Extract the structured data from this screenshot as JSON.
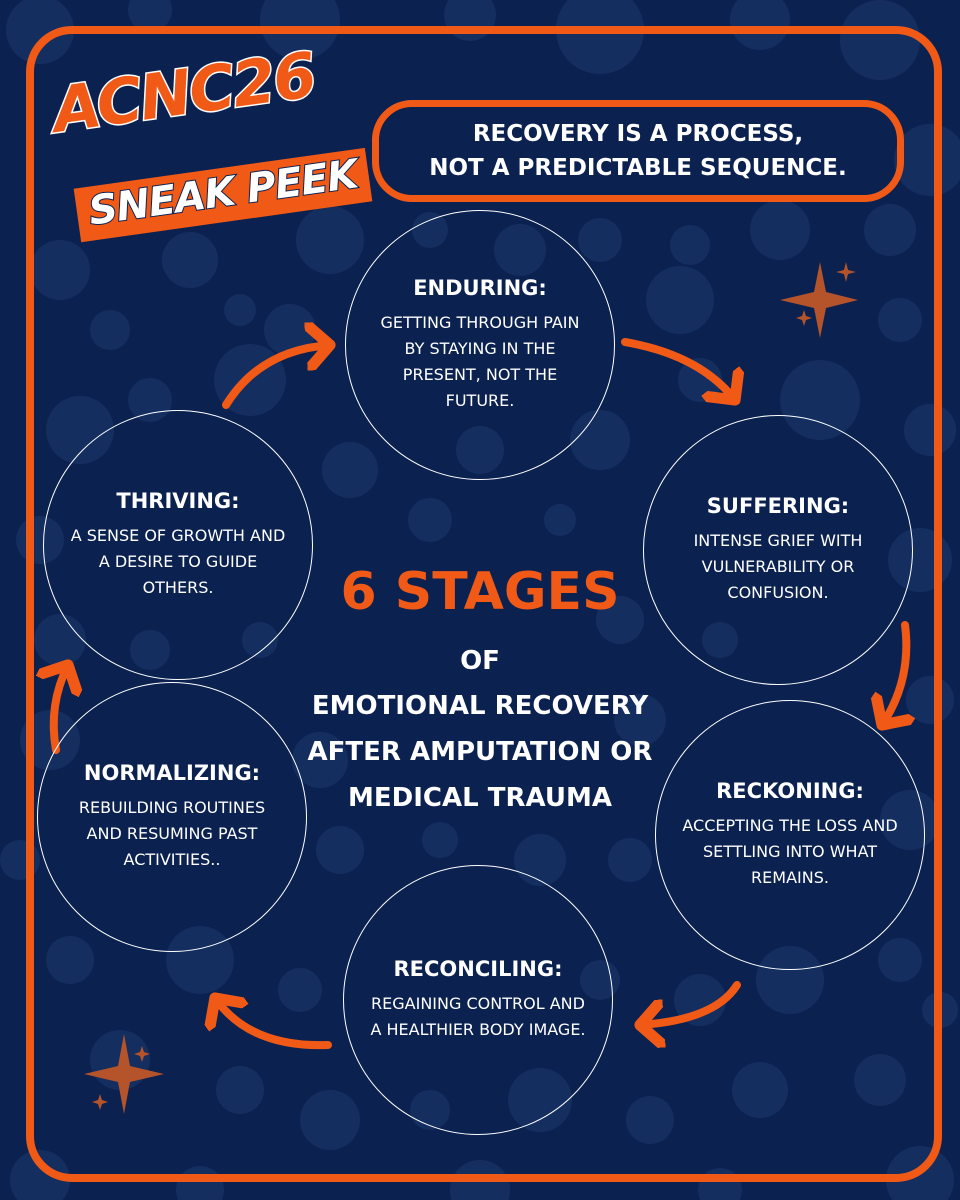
{
  "colors": {
    "background": "#0b2150",
    "accent": "#f05a16",
    "text": "#ffffff"
  },
  "logo": {
    "line1": "ACNC26",
    "line2": "SNEAK PEEK"
  },
  "callout": {
    "line1": "RECOVERY IS A PROCESS,",
    "line2": "NOT A PREDICTABLE SEQUENCE."
  },
  "center": {
    "title": "6 STAGES",
    "of": "OF",
    "line1": "EMOTIONAL RECOVERY",
    "line2": "AFTER AMPUTATION OR",
    "line3": "MEDICAL TRAUMA"
  },
  "stages": [
    {
      "title": "ENDURING:",
      "description": "GETTING THROUGH PAIN BY STAYING IN THE PRESENT, NOT THE FUTURE."
    },
    {
      "title": "SUFFERING:",
      "description": "INTENSE GRIEF WITH VULNERABILITY OR CONFUSION."
    },
    {
      "title": "RECKONING:",
      "description": "ACCEPTING THE LOSS AND SETTLING INTO WHAT REMAINS."
    },
    {
      "title": "RECONCILING:",
      "description": "REGAINING CONTROL AND A HEALTHIER BODY IMAGE."
    },
    {
      "title": "NORMALIZING:",
      "description": "REBUILDING ROUTINES AND RESUMING PAST ACTIVITIES.."
    },
    {
      "title": "THRIVING:",
      "description": "A SENSE OF GROWTH AND A DESIRE TO GUIDE OTHERS."
    }
  ],
  "icons": {
    "sparkle": "sparkle-icon",
    "arrow": "curved-arrow-icon"
  }
}
